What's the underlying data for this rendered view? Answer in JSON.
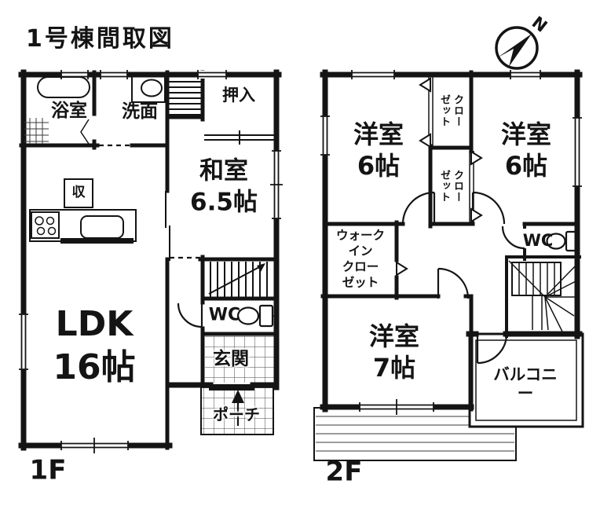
{
  "title": "1号棟間取図",
  "compass": {
    "north": "N"
  },
  "colors": {
    "ink": "#141414",
    "paper": "#ffffff"
  },
  "floor1": {
    "label": "1F",
    "bathroom": "浴室",
    "washroom": "洗面",
    "oshiire": "押入",
    "washitsu": "和室\n6.5帖",
    "storage": "収",
    "ldk": "LDK\n16帖",
    "wc": "WC",
    "entrance": "玄関",
    "porch": "ポーチ"
  },
  "floor2": {
    "label": "2F",
    "bedroom_left": "洋室\n6帖",
    "bedroom_right": "洋室\n6帖",
    "closet_top": "クローゼット",
    "closet_bottom": "クローゼット",
    "walk_in_closet": "ウォーク\nイン\nクロー\nゼット",
    "wc": "WC",
    "bedroom_7": "洋室\n7帖",
    "balcony": "バルコニー"
  }
}
